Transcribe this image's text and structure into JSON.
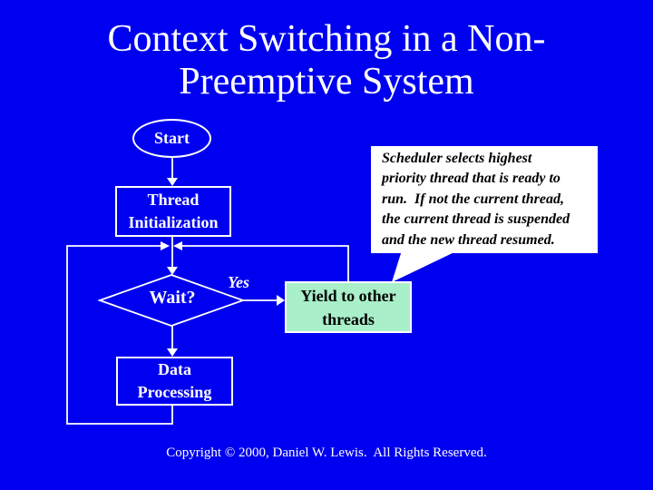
{
  "title": {
    "line1": "Context Switching in a Non-",
    "line2": "Preemptive System"
  },
  "flowchart": {
    "start_label": "Start",
    "thread_init": {
      "line1": "Thread",
      "line2": "Initialization"
    },
    "wait_label": "Wait?",
    "yes_label": "Yes",
    "yield": {
      "line1": "Yield to other",
      "line2": "threads"
    },
    "data_processing": {
      "line1": "Data",
      "line2": "Processing"
    }
  },
  "callout": {
    "lines": [
      "Scheduler selects highest",
      "priority thread that is ready to",
      "run.  If not the current thread,",
      "the current thread is suspended",
      "and the new thread resumed."
    ]
  },
  "footer": {
    "copyright": "Copyright © 2000, Daniel W. Lewis.  All Rights Reserved."
  },
  "colors": {
    "background": "#0000F0",
    "line": "#FFFFFF",
    "text": "#FFFFFF",
    "yield_fill": "#A9EFC9",
    "callout_fill": "#FFFFFF",
    "callout_text": "#000000"
  }
}
